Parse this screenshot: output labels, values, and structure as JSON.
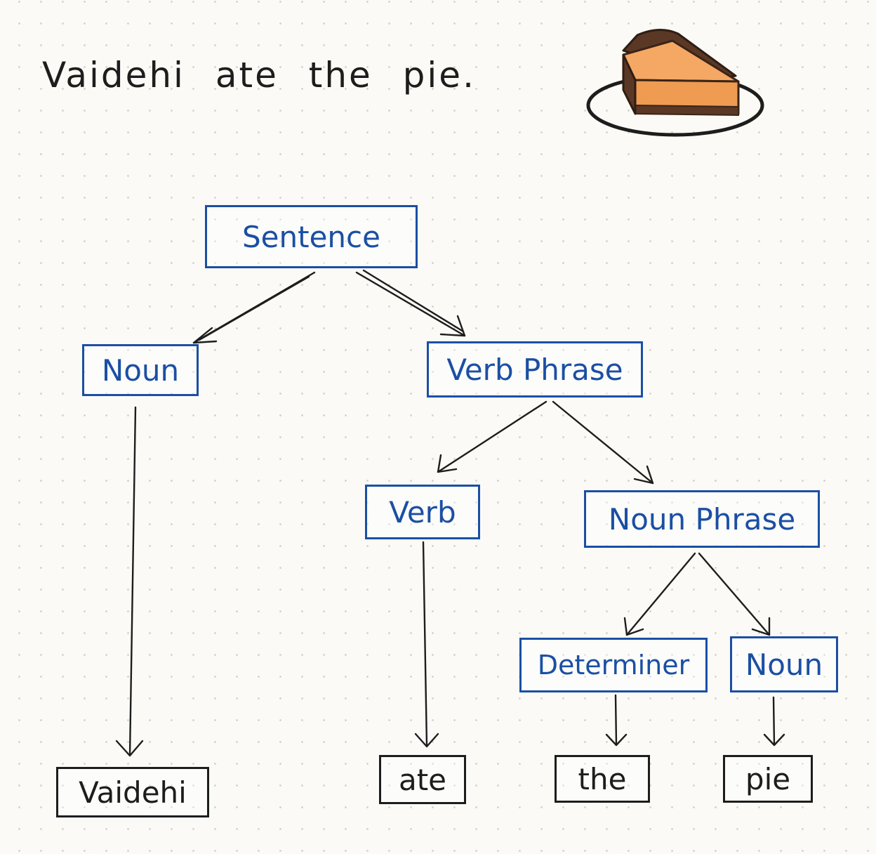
{
  "sentence": "Vaidehi ate the pie.",
  "illustration": {
    "icon": "pie-slice-icon",
    "colors": {
      "filling": "#f4a45f",
      "crust": "#5a3825",
      "plate": "#1d1d1d"
    }
  },
  "colors": {
    "category": "#1b4fa3",
    "word": "#1d1d1d"
  },
  "tree": {
    "sentence": "Sentence",
    "noun_1": "Noun",
    "verb_phrase": "Verb Phrase",
    "verb": "Verb",
    "noun_phrase": "Noun Phrase",
    "determiner": "Determiner",
    "noun_2": "Noun"
  },
  "words": {
    "vaidehi": "Vaidehi",
    "ate": "ate",
    "the": "the",
    "pie": "pie"
  }
}
